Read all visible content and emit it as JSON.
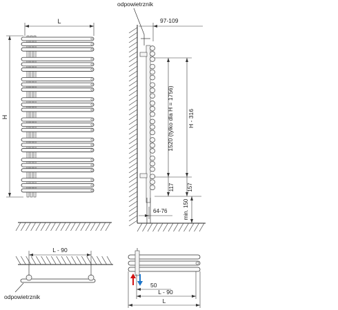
{
  "labels": {
    "vent_top": "odpowietrznik",
    "vent_bottom": "odpowietrznik"
  },
  "dims": {
    "front_width": "L",
    "front_height": "H",
    "side_depth": "97-109",
    "side_height_long": "1520 (tylko dla H = 1756)",
    "side_height_alt": "H - 316",
    "side_offset_a": "117",
    "side_offset_b": "157",
    "side_wall_gap": "64-76",
    "side_floor_min": "min. 150",
    "plan_width": "L - 90",
    "bottom_width_a": "L - 90",
    "bottom_width_b": "L",
    "bottom_offset": "50"
  },
  "colors": {
    "supply_arrow": "#d01010",
    "return_arrow": "#1a73c8",
    "line": "#222222"
  },
  "counts": {
    "front_bar_groups": 8,
    "bars_per_group": 3
  }
}
